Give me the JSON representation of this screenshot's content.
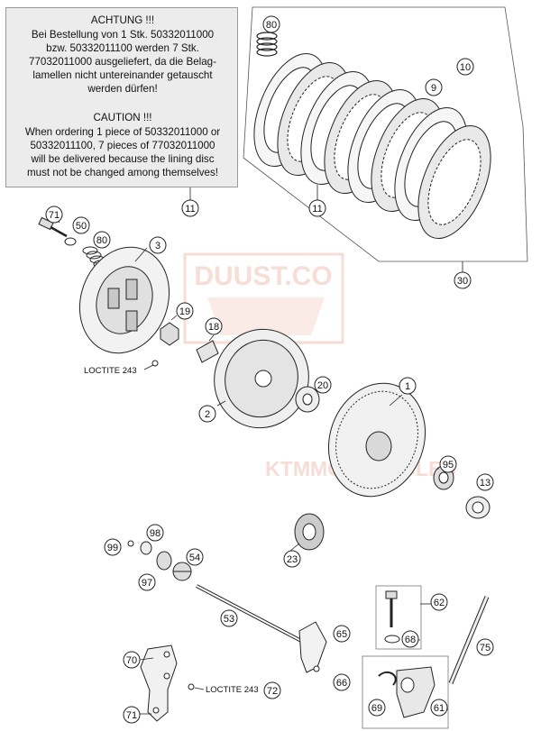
{
  "notes": {
    "de_heading": "ACHTUNG !!!",
    "de_lines": [
      "Bei Bestellung von 1 Stk. 50332011000",
      "bzw. 50332011100 werden 7 Stk.",
      "77032011000 ausgeliefert, da die Belag-",
      "lamellen nicht untereinander getauscht",
      "werden dürfen!"
    ],
    "en_heading": "CAUTION !!!",
    "en_lines": [
      "When ordering 1 piece of 50332011000 or",
      "50332011100, 7 pieces of 77032011000",
      "will be delivered because the lining disc",
      "must not be changed among themselves!"
    ]
  },
  "loctite_labels": [
    "LOCTITE 243",
    "LOCTITE 243"
  ],
  "watermarks": [
    "DUUST.CO",
    "KTMMOTOCYCLES"
  ],
  "callouts": [
    "80",
    "10",
    "9",
    "11",
    "11",
    "30",
    "71",
    "50",
    "80",
    "3",
    "19",
    "18",
    "2",
    "20",
    "1",
    "95",
    "13",
    "98",
    "99",
    "54",
    "97",
    "23",
    "62",
    "68",
    "53",
    "75",
    "65",
    "70",
    "66",
    "72",
    "69",
    "61",
    "71"
  ]
}
